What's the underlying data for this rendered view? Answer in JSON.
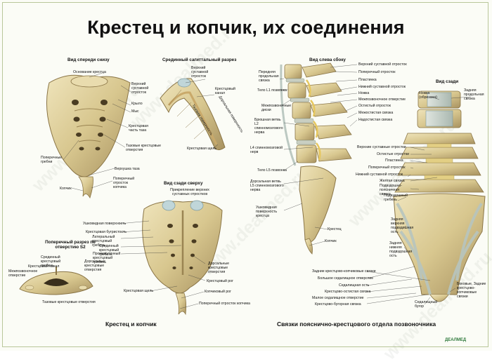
{
  "title": "Крестец и копчик, их соединения",
  "watermark": "www.dealmed.ru",
  "logo": "ДЕАЛМЕД",
  "colors": {
    "bone": "#d8c78f",
    "bone_dark": "#9c8650",
    "bone_light": "#efe4bb",
    "ligament": "#bcc9c2",
    "disc": "#c9cfc2",
    "nerve": "#e6c75e",
    "cartilage": "#c0d6d9"
  },
  "views": {
    "front": {
      "heading": "Вид спереди снизу",
      "labels": {
        "base": "Основание крестца",
        "sup_process": "Верхний суставной отросток",
        "wing": "Крыло",
        "promontory": "Мыс",
        "pelvic_part": "Крестцовая часть таза",
        "pelvic_foramina": "Тазовые крестцовые отверстия",
        "transverse_ridges": "Поперечные гребни",
        "apex": "Верхушка таза",
        "coccyx_process": "Поперечный отросток копчика",
        "coccyx": "Копчик"
      }
    },
    "sagittal": {
      "heading": "Срединный сагиттальный разрез",
      "labels": {
        "sup_process": "Верхний суставной отросток",
        "canal": "Крестцовый канал",
        "dorsal_surface": "Дорсальная поверхность",
        "pelvic_surface": "Тазовая поверхность",
        "hiatus": "Крестцовая щель"
      }
    },
    "back": {
      "heading": "Вид сзади сверху",
      "labels": {
        "attachment": "Прикрепление верхних суставных отростков",
        "auricular": "Ушковидная поверхность",
        "tuberosity": "Крестцовая бугристость",
        "lateral_crest": "Латеральный крестцовый гребень",
        "median_crest": "Срединный крестцовый гребень",
        "intermediate_crest": "Промежуточный крестцовый гребень",
        "dorsal_foramina": "Дорсальные крестцовые отверстия",
        "horn": "Крестцовый рог",
        "hiatus": "Крестцовая щель",
        "coccyx_horn": "Копчиковый рог",
        "coccyx_process": "Поперечный отросток копчика"
      }
    },
    "cross": {
      "heading": "Поперечный разрез по отверстию S2",
      "labels": {
        "median_crest": "Срединный крестцовый гребень",
        "canal": "Крестцовый канал",
        "intervertebral": "Межпозвоночное отверстие",
        "dorsal": "Дорсальные крестцовые отверстия",
        "pelvic": "Тазовые крестцовые отверстия"
      }
    },
    "left": {
      "heading": "Вид слева сбоку",
      "labels": {
        "ant_lig": "Передняя продольная связка",
        "l1_body": "Тело L1 позвонка",
        "discs": "Межпозвоночные диски",
        "ventral_l2": "Брюшная ветвь L2 спинномозгового нерва",
        "l4_nerve": "L4 спинномозговой нерв",
        "l5_body": "Тело L5 позвонка",
        "dorsal_l5": "Дорсальная ветвь L5 спинномозгового нерва",
        "auricular": "Ушковидная поверхность крестца",
        "sacrum": "Крестец",
        "coccyx": "Копчик",
        "sup_process": "Верхний суставной отросток",
        "transverse": "Поперечный отросток",
        "lamina": "Пластинка",
        "inf_process": "Нижний суставной отросток",
        "yellow_lig": "Ножка",
        "intervert_foramen": "Межпозвоночное отверстие",
        "spinous": "Остистый отросток",
        "interspinous": "Межостистая связка",
        "supraspinous": "Надостистая связка"
      }
    },
    "rear": {
      "heading": "Вид сзади",
      "labels": {
        "pedicle": "Ножка (обрезана)",
        "post_lig": "Задняя продольная связка",
        "sup_processes": "Верхние суставные отростки",
        "spinous": "Остистые отростки",
        "lamina": "Пластинка",
        "transverse": "Поперечный отросток",
        "inf_joint": "Нижний суставной отросток",
        "yellow": "Желтая связка",
        "iliolumbar": "Подвздошно-поясничная связка",
        "iliac_crest": "Подвздошный гребень",
        "sup_sacroiliac": "Задняя верхняя подвздошная ость",
        "inf_sacroiliac": "Задняя нижняя подвздошная ость",
        "post_sacrococcygeal": "Задние крестцово-копчиковые связки",
        "greater_sciatic": "Большое седалищное отверстие",
        "ischial_spine": "Седалищная ость",
        "sacrospinous": "Крестцово-остистая связка",
        "lesser_sciatic": "Малое седалищное отверстие",
        "sacrotuberous": "Крестцово-бугорная связка",
        "ischial_tub": "Седалищный бугор",
        "lateral_sc": "Боковые, Задние крестцово-копчиковые связки"
      }
    }
  },
  "footer": {
    "left": "Крестец и копчик",
    "right": "Связки пояснично-крестцового отдела позвоночника"
  }
}
